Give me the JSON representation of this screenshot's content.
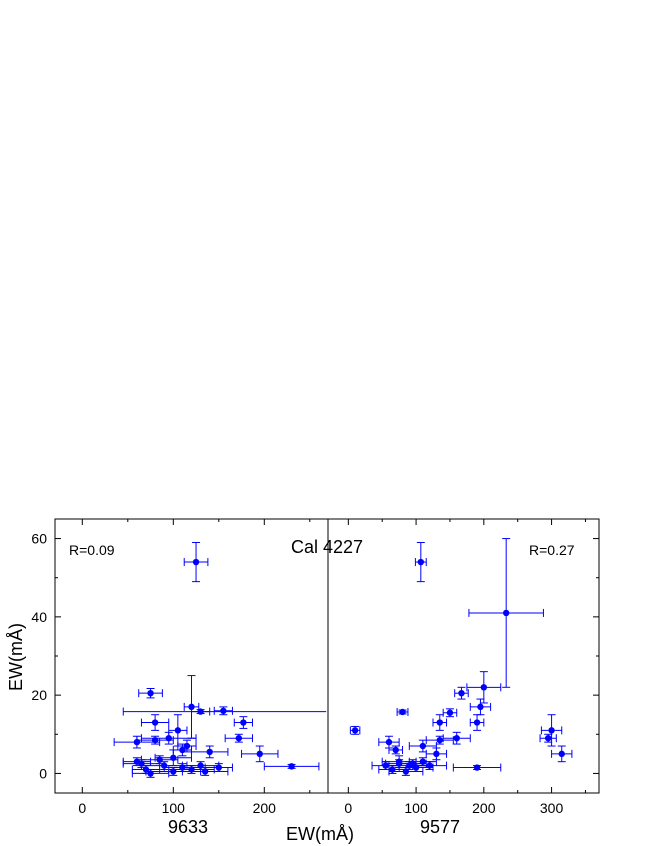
{
  "figure_title": "Cal 4227",
  "ylabel": "EW(mÅ)",
  "xlabel": "EW(mÅ)",
  "colors": {
    "marker": "#0000ff",
    "axis": "#000000"
  },
  "chart_data": [
    {
      "type": "scatter",
      "star": "9633",
      "annotation": "R=0.09",
      "xlim": [
        -30,
        270
      ],
      "ylim": [
        -5,
        65
      ],
      "xticks": [
        0,
        100,
        200
      ],
      "yticks": [
        0,
        20,
        40,
        60
      ],
      "points": [
        {
          "x": 125,
          "y": 54,
          "xerr": 13,
          "yerr": 5
        },
        {
          "x": 75,
          "y": 20.5,
          "xerr": 13,
          "yerr": 1.2
        },
        {
          "x": 120,
          "y": 17,
          "xerr": 8,
          "yerr": 8
        },
        {
          "x": 155,
          "y": 16,
          "xerr": 10,
          "yerr": 1
        },
        {
          "x": 130,
          "y": 15.8,
          "xerr": 10,
          "yerr": 0.5
        },
        {
          "x": 80,
          "y": 13,
          "xerr": 15,
          "yerr": 2
        },
        {
          "x": 177,
          "y": 13,
          "xerr": 10,
          "yerr": 1.5
        },
        {
          "x": 105,
          "y": 11,
          "xerr": 10,
          "yerr": 4
        },
        {
          "x": 172,
          "y": 9,
          "xerr": 15,
          "yerr": 1
        },
        {
          "x": 95,
          "y": 9,
          "xerr": 30,
          "yerr": 1.5
        },
        {
          "x": 80,
          "y": 8.5,
          "xerr": 20,
          "yerr": 1
        },
        {
          "x": 60,
          "y": 8,
          "xerr": 25,
          "yerr": 1.5
        },
        {
          "x": 115,
          "y": 7,
          "xerr": 10,
          "yerr": 1.5
        },
        {
          "x": 110,
          "y": 6,
          "xerr": 10,
          "yerr": 1.5
        },
        {
          "x": 140,
          "y": 5.5,
          "xerr": 20,
          "yerr": 1.5
        },
        {
          "x": 195,
          "y": 5,
          "xerr": 20,
          "yerr": 2
        },
        {
          "x": 100,
          "y": 4,
          "xerr": 20,
          "yerr": 2
        },
        {
          "x": 60,
          "y": 3,
          "xerr": 15,
          "yerr": 1
        },
        {
          "x": 85,
          "y": 3.5,
          "xerr": 20,
          "yerr": 1
        },
        {
          "x": 65,
          "y": 2.5,
          "xerr": 20,
          "yerr": 1
        },
        {
          "x": 90,
          "y": 2,
          "xerr": 25,
          "yerr": 1
        },
        {
          "x": 110,
          "y": 1.5,
          "xerr": 20,
          "yerr": 1
        },
        {
          "x": 130,
          "y": 2,
          "xerr": 20,
          "yerr": 1
        },
        {
          "x": 150,
          "y": 1.5,
          "xerr": 15,
          "yerr": 1
        },
        {
          "x": 70,
          "y": 1,
          "xerr": 15,
          "yerr": 1
        },
        {
          "x": 100,
          "y": 0.5,
          "xerr": 30,
          "yerr": 1
        },
        {
          "x": 120,
          "y": 1,
          "xerr": 25,
          "yerr": 1
        },
        {
          "x": 135,
          "y": 0.5,
          "xerr": 25,
          "yerr": 1
        },
        {
          "x": 75,
          "y": 0,
          "xerr": 20,
          "yerr": 1
        },
        {
          "x": 230,
          "y": 1.8,
          "xerr": 30,
          "yerr": 0.5
        }
      ],
      "long_hbar": {
        "y": 15.8,
        "x0": 45,
        "x1": 268
      }
    },
    {
      "type": "scatter",
      "star": "9577",
      "annotation": "R=0.27",
      "xlim": [
        -30,
        370
      ],
      "ylim": [
        -5,
        65
      ],
      "xticks": [
        0,
        100,
        200,
        300
      ],
      "yticks": [
        0,
        20,
        40,
        60
      ],
      "points": [
        {
          "x": 107,
          "y": 54,
          "xerr": 8,
          "yerr": 5
        },
        {
          "x": 233,
          "y": 41,
          "xerr": 55,
          "yerr": 19
        },
        {
          "x": 200,
          "y": 22,
          "xerr": 25,
          "yerr": 4
        },
        {
          "x": 167,
          "y": 20.5,
          "xerr": 10,
          "yerr": 1.5
        },
        {
          "x": 195,
          "y": 17,
          "xerr": 15,
          "yerr": 2
        },
        {
          "x": 80,
          "y": 15.7,
          "xerr": 8,
          "yerr": 0.5
        },
        {
          "x": 150,
          "y": 15.5,
          "xerr": 10,
          "yerr": 1
        },
        {
          "x": 190,
          "y": 13,
          "xerr": 10,
          "yerr": 2
        },
        {
          "x": 135,
          "y": 13,
          "xerr": 10,
          "yerr": 2
        },
        {
          "x": 10,
          "y": 11,
          "xerr": 7,
          "yerr": 1
        },
        {
          "x": 300,
          "y": 11,
          "xerr": 15,
          "yerr": 4
        },
        {
          "x": 295,
          "y": 9,
          "xerr": 12,
          "yerr": 1
        },
        {
          "x": 160,
          "y": 9,
          "xerr": 20,
          "yerr": 1.5
        },
        {
          "x": 135,
          "y": 8.5,
          "xerr": 20,
          "yerr": 1
        },
        {
          "x": 60,
          "y": 8,
          "xerr": 15,
          "yerr": 1.5
        },
        {
          "x": 110,
          "y": 7,
          "xerr": 20,
          "yerr": 1.5
        },
        {
          "x": 70,
          "y": 6,
          "xerr": 10,
          "yerr": 1
        },
        {
          "x": 130,
          "y": 5,
          "xerr": 15,
          "yerr": 1.5
        },
        {
          "x": 315,
          "y": 5,
          "xerr": 15,
          "yerr": 2
        },
        {
          "x": 55,
          "y": 2,
          "xerr": 20,
          "yerr": 1
        },
        {
          "x": 75,
          "y": 3,
          "xerr": 25,
          "yerr": 1.5
        },
        {
          "x": 90,
          "y": 2,
          "xerr": 30,
          "yerr": 1
        },
        {
          "x": 100,
          "y": 1.5,
          "xerr": 25,
          "yerr": 1
        },
        {
          "x": 120,
          "y": 2,
          "xerr": 25,
          "yerr": 1
        },
        {
          "x": 65,
          "y": 1,
          "xerr": 20,
          "yerr": 1
        },
        {
          "x": 85,
          "y": 0.5,
          "xerr": 25,
          "yerr": 1
        },
        {
          "x": 75,
          "y": 2.5,
          "xerr": 20,
          "yerr": 1
        },
        {
          "x": 190,
          "y": 1.5,
          "xerr": 35,
          "yerr": 0.5
        },
        {
          "x": 110,
          "y": 3,
          "xerr": 20,
          "yerr": 1
        },
        {
          "x": 95,
          "y": 2.5,
          "xerr": 20,
          "yerr": 1
        }
      ]
    }
  ]
}
